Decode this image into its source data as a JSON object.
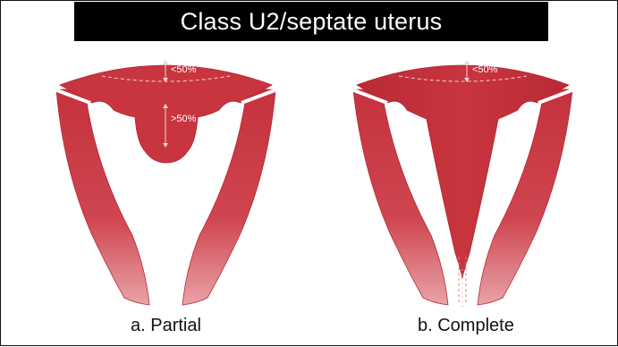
{
  "title": "Class U2/septate uterus",
  "panels": [
    {
      "caption": "a. Partial",
      "fundus_label": "<50%",
      "septum_label": ">50%"
    },
    {
      "caption": "b. Complete",
      "fundus_label": "<50%"
    }
  ],
  "colors": {
    "tissue": "#c8353f",
    "tissue_dark": "#a92530",
    "tissue_light": "#e69ca2",
    "background": "#ffffff",
    "title_bar": "#000000",
    "title_text": "#ffffff"
  }
}
